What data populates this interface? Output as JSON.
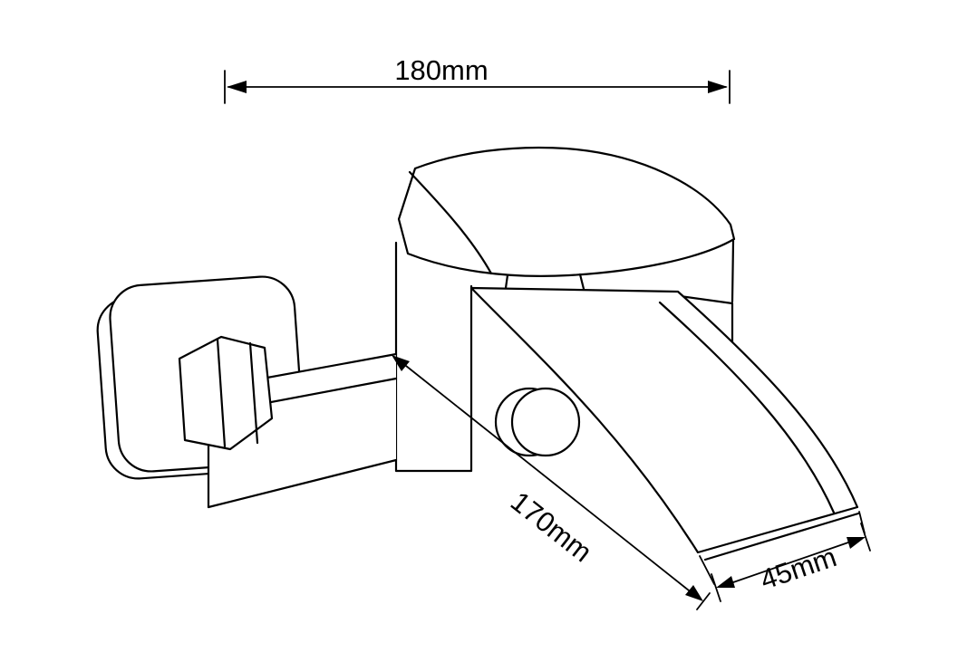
{
  "page": {
    "background_color": "#ffffff",
    "line_color": "#000000"
  },
  "drawing": {
    "type": "technical-line-drawing",
    "subject": "wall-mounted waterfall bathtub faucet",
    "dimensions": {
      "width_total": {
        "label": "180mm"
      },
      "length_diagonal": {
        "label": "170mm"
      },
      "spout_width": {
        "label": "45mm"
      }
    }
  }
}
